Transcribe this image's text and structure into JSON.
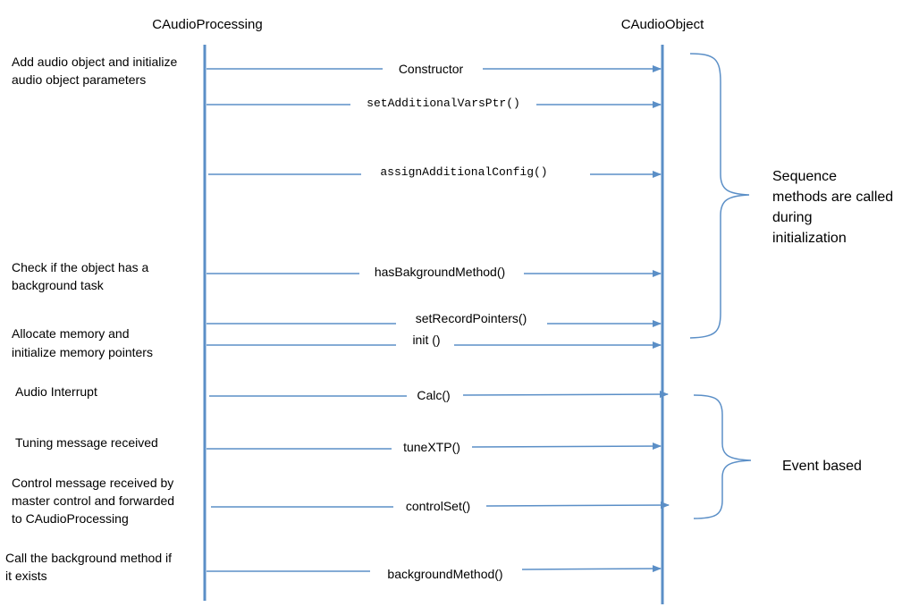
{
  "lifelines": {
    "left": "CAudioProcessing",
    "right": "CAudioObject"
  },
  "messages": [
    {
      "label": "Constructor",
      "mono": false
    },
    {
      "label": "setAdditionalVarsPtr()",
      "mono": true
    },
    {
      "label": "assignAdditionalConfig()",
      "mono": true
    },
    {
      "label": "hasBakgroundMethod()",
      "mono": false
    },
    {
      "label": "setRecordPointers()",
      "mono": false
    },
    {
      "label": "init ()",
      "mono": false
    },
    {
      "label": "Calc()",
      "mono": false
    },
    {
      "label": "tuneXTP()",
      "mono": false
    },
    {
      "label": "controlSet()",
      "mono": false
    },
    {
      "label": "backgroundMethod()",
      "mono": false
    }
  ],
  "notes": [
    {
      "lines": [
        "Add audio object and initialize",
        "audio object parameters"
      ]
    },
    {
      "lines": [
        "Check if the object has a",
        "background task"
      ]
    },
    {
      "lines": [
        "Allocate memory and",
        "initialize memory pointers"
      ]
    },
    {
      "lines": [
        "Audio Interrupt"
      ]
    },
    {
      "lines": [
        "Tuning message  received"
      ]
    },
    {
      "lines": [
        "Control message received by",
        "master control and forwarded",
        "to CAudioProcessing"
      ]
    },
    {
      "lines": [
        "Call the background method if",
        "it exists"
      ]
    }
  ],
  "braces": [
    {
      "lines": [
        "Sequence",
        "methods are called",
        "during",
        "initialization"
      ]
    },
    {
      "lines": [
        "Event based"
      ]
    }
  ],
  "colors": {
    "line": "#5b8fc7",
    "text": "#000000",
    "background": "#ffffff"
  }
}
